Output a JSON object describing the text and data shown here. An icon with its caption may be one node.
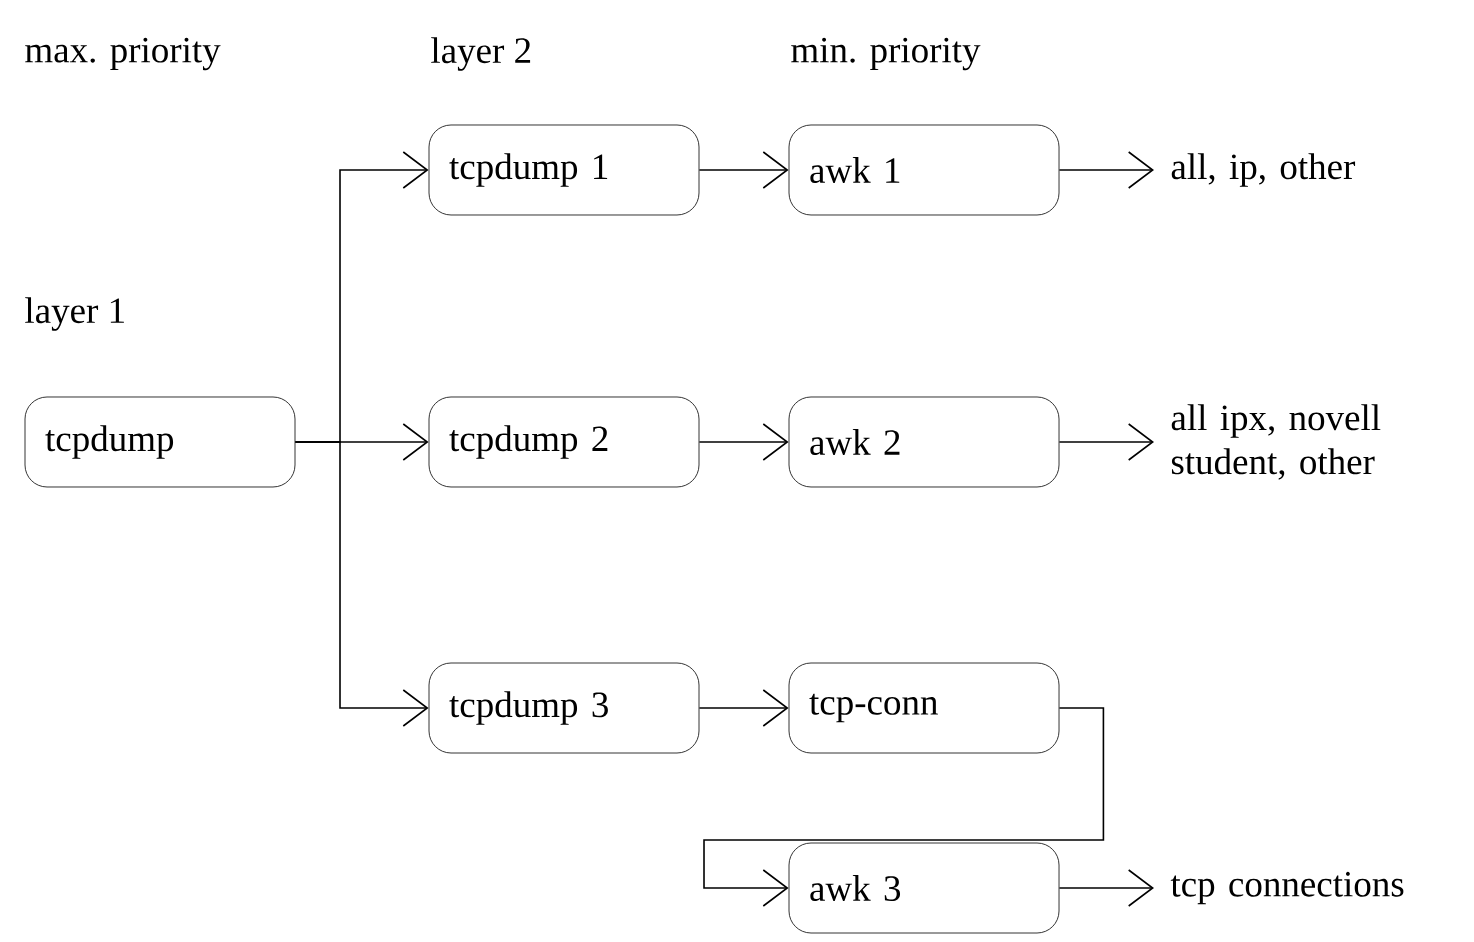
{
  "diagram": {
    "nodes": [
      {
        "text": [
          "tcpdump"
        ]
      },
      {
        "text": [
          "tcpdump 1"
        ]
      },
      {
        "text": [
          "awk 1"
        ]
      },
      {
        "text": [
          "tcpdump 2"
        ]
      },
      {
        "text": [
          "awk 2"
        ]
      },
      {
        "text": [
          "tcpdump 3"
        ]
      },
      {
        "text": [
          "tcp-conn"
        ]
      },
      {
        "text": [
          "awk 3"
        ]
      },
      {
        "text": [
          "all, ip, other"
        ]
      },
      {
        "text": [
          "all ipx, novell student, other"
        ]
      },
      {
        "text": [
          "tcp connections"
        ]
      }
    ],
    "edges": [
      {
        "from": 0,
        "to": 1,
        "arrow": "to"
      },
      {
        "from": 0,
        "to": 3,
        "arrow": "to"
      },
      {
        "from": 0,
        "to": 5,
        "arrow": "to"
      },
      {
        "from": 1,
        "to": 2,
        "arrow": "to"
      },
      {
        "from": 3,
        "to": 4,
        "arrow": "to"
      },
      {
        "from": 5,
        "to": 6,
        "arrow": "to"
      },
      {
        "from": 2,
        "to": 8,
        "arrow": "to"
      },
      {
        "from": 4,
        "to": 9,
        "arrow": "to"
      },
      {
        "from": 6,
        "to": 7,
        "arrow": "to"
      },
      {
        "from": 7,
        "to": 10,
        "arrow": "to"
      }
    ],
    "labels": [
      "max. priority",
      "layer 2",
      "min. priority",
      "layer 1"
    ]
  }
}
